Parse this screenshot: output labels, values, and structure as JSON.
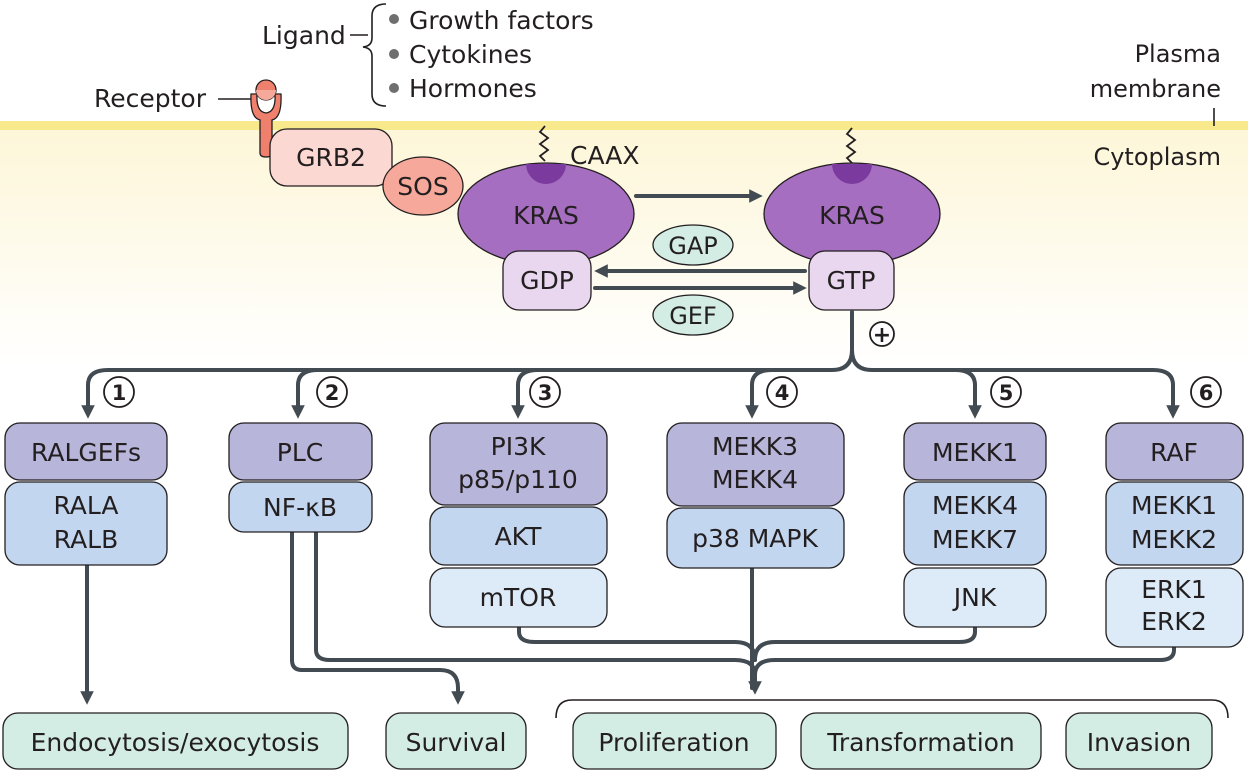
{
  "labels": {
    "ligand": "Ligand",
    "receptor": "Receptor",
    "plasma_membrane": [
      "Plasma",
      "membrane"
    ],
    "cytoplasm": "Cytoplasm",
    "caax": "CAAX",
    "ligand_types": [
      "Growth factors",
      "Cytokines",
      "Hormones"
    ]
  },
  "proteins": {
    "grb2": "GRB2",
    "sos": "SOS",
    "kras_inactive": "KRAS",
    "kras_active": "KRAS",
    "gdp": "GDP",
    "gtp": "GTP",
    "gap": "GAP",
    "gef": "GEF",
    "plus": "+"
  },
  "pathways": [
    {
      "number": "1",
      "rows": [
        [
          "RALGEFs"
        ],
        [
          "RALA",
          "RALB"
        ]
      ]
    },
    {
      "number": "2",
      "rows": [
        [
          "PLC"
        ],
        [
          "NF-κB"
        ]
      ]
    },
    {
      "number": "3",
      "rows": [
        [
          "PI3K",
          "p85/p110"
        ],
        [
          "AKT"
        ],
        [
          "mTOR"
        ]
      ]
    },
    {
      "number": "4",
      "rows": [
        [
          "MEKK3",
          "MEKK4"
        ],
        [
          "p38 MAPK"
        ]
      ]
    },
    {
      "number": "5",
      "rows": [
        [
          "MEKK1"
        ],
        [
          "MEKK4",
          "MEKK7"
        ],
        [
          "JNK"
        ]
      ]
    },
    {
      "number": "6",
      "rows": [
        [
          "RAF"
        ],
        [
          "MEKK1",
          "MEKK2"
        ],
        [
          "ERK1",
          "ERK2"
        ]
      ]
    }
  ],
  "outcomes": [
    "Endocytosis/exocytosis",
    "Survival",
    "Proliferation",
    "Transformation",
    "Invasion"
  ],
  "colors": {
    "membrane": "#f8ea8c",
    "cytoplasm_top": "#fdf6d8",
    "receptor": "#f0806e",
    "grb2": "#fcd8d2",
    "sos": "#f6a99b",
    "kras": "#a66ec0",
    "kras_pocket": "#7b3b9e",
    "nucleotide": "#e9d6ef",
    "gap_gef": "#d4ede4",
    "connector": "#424a52"
  }
}
